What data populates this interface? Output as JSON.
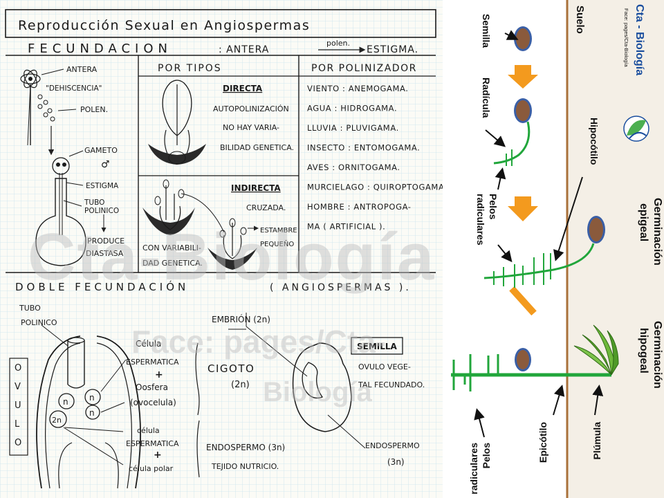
{
  "notes": {
    "title": "Reproducción Sexual en Angiospermas",
    "fecundacion_heading": "FECUNDACION",
    "fecundacion_sub_a": ": ANTERA",
    "fecundacion_arrow_label": "polen.",
    "fecundacion_sub_b": "ESTIGMA.",
    "col_headers": {
      "tipos": "POR TIPOS",
      "polinizador": "POR POLINIZADOR"
    },
    "left_labels": {
      "antera": "ANTERA",
      "dehiscencia": "\"DEHISCENCIA\"",
      "polen": "POLEN.",
      "gameto": "GAMETO",
      "gameto_symbol": "♂",
      "estigma": "ESTIGMA",
      "tubo1": "TUBO",
      "tubo2": "POLINICO",
      "produce": "PRODUCE",
      "diastasa": "DIASTASA"
    },
    "tipos": {
      "directa": "DIRECTA",
      "directa_l1": "AUTOPOLINIZACIÓN",
      "directa_l2": "NO HAY VARIA-",
      "directa_l3": "BILIDAD GENETICA.",
      "indirecta": "INDIRECTA",
      "cruzada": "CRUZADA.",
      "estambre1": "ESTAMBRE",
      "estambre2": "PEQUEÑO",
      "conv1": "CON VARIABILI-",
      "conv2": "DAD GENETICA."
    },
    "polinizadores": [
      "VIENTO : ANEMOGAMA.",
      "AGUA : HIDROGAMA.",
      "LLUVIA : PLUVIGAMA.",
      "INSECTO : ENTOMOGAMA.",
      "AVES : ORNITOGAMA.",
      "MURCIELAGO : QUIROPTOGAMA.",
      "HOMBRE : ANTROPOGA-",
      "MA ( ARTIFICIAL )."
    ],
    "doble_heading": "DOBLE FECUNDACIÓN",
    "doble_paren": "( ANGIOSPERMAS ).",
    "doble": {
      "tubo1": "TUBO",
      "tubo2": "POLINICO",
      "ovulo_letters": [
        "O",
        "V",
        "U",
        "L",
        "O"
      ],
      "n": "n",
      "two_n": "2n",
      "celula1": "Célula",
      "espermatica": "ESPERMATICA",
      "plus": "+",
      "oosfera": "Oosfera",
      "ovocelula": "(ovocelula)",
      "celula2": "célula",
      "espermatica2": "ESPERMATICA",
      "celula_polar": "célula polar",
      "cigoto": "CIGOTO",
      "cigoto_2n": "(2n)",
      "embrion": "EMBRIÓN (2n)",
      "endospermo": "ENDOSPERMO (3n)",
      "tejido": "TEJIDO NUTRICIO.",
      "semilla": "SEMILLA",
      "ovulo_vege1": "OVULO VEGE-",
      "ovulo_vege2": "TAL FECUNDADO.",
      "endospermo2": "ENDOSPERMO",
      "endospermo2_3n": "(3n)"
    }
  },
  "germ": {
    "suelo": "Suelo",
    "semilla": "Semilla",
    "radicula": "Radícula",
    "pelos": "Pelos",
    "radiculares": "radiculares",
    "hipocotilo": "Hipocótilo",
    "epicotilo": "Epicótilo",
    "plumula": "Plúmula",
    "germ_epigeal_1": "Germinación",
    "germ_epigeal_2": "epigeal",
    "germ_hipogeal_1": "Germinación",
    "germ_hipogeal_2": "hipogeal"
  },
  "branding": {
    "logo_title": "Cta - Biología",
    "logo_face": "Face: pages/Cta-Biología"
  },
  "watermark": {
    "big": "Cta-Biología",
    "line2": "Face: pages/Cta-",
    "line3": "Biología"
  },
  "colors": {
    "paper": "#fbfbf6",
    "grid": "#c9e3ee",
    "ink": "#1a1a1a",
    "germ_bg": "#f4efe6",
    "soil_line": "#a9703a",
    "green": "#21a63b",
    "arrow_orange": "#f39a1e",
    "seed_fill": "#8a5a3c",
    "seed_ring": "#3a5fa6",
    "logo_blue": "#1a4e9e"
  }
}
